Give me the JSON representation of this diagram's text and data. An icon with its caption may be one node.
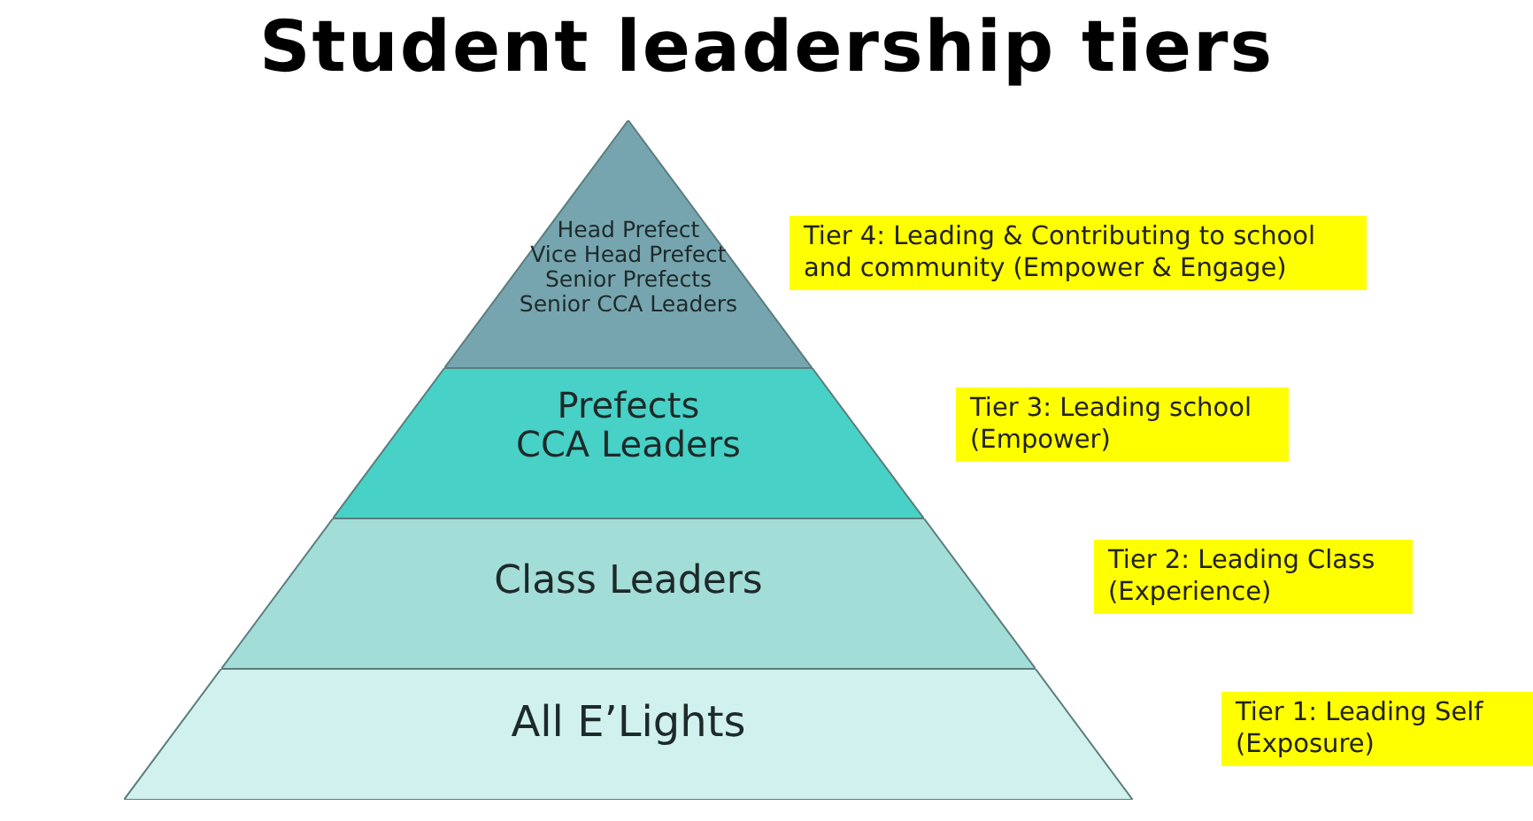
{
  "diagram": {
    "title": "Student leadership tiers",
    "nodes": [
      {
        "text": [
          "Head Prefect",
          "Vice Head Prefect",
          "Senior Prefects",
          "Senior CCA Leaders"
        ]
      },
      {
        "text": [
          "Tier 4: Leading & Contributing to school and community (Empower & Engage)"
        ]
      },
      {
        "text": [
          "Prefects",
          "CCA Leaders"
        ]
      },
      {
        "text": [
          "Tier 3: Leading school (Empower)"
        ]
      },
      {
        "text": [
          "Class Leaders"
        ]
      },
      {
        "text": [
          "Tier 2: Leading Class (Experience)"
        ]
      },
      {
        "text": [
          "All E’Lights"
        ]
      },
      {
        "text": [
          "Tier 1: Leading Self (Exposure)"
        ]
      }
    ],
    "edges": []
  }
}
